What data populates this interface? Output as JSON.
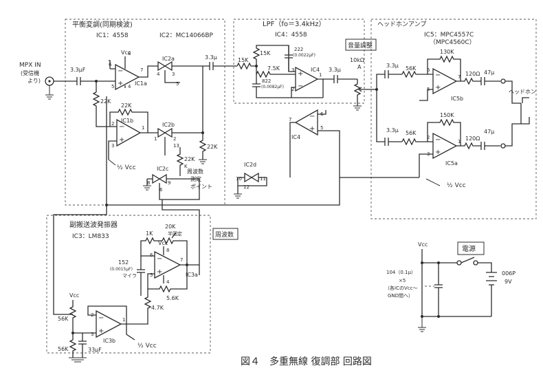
{
  "figure_caption": "図４　多重無線 復調部 回路図",
  "input": {
    "label": "MPX IN",
    "sub1": "(受信機",
    "sub2": "より)"
  },
  "blocks": {
    "balanced_demod": {
      "title": "平衡変調(同期検波)",
      "ic1": "IC1：4558",
      "ic2": "IC2：MC14066BP"
    },
    "lpf": {
      "title": "LPF（fo＝3.4kHz）",
      "ic4": "IC4：4558"
    },
    "headphone_amp": {
      "title": "ヘッドホンアンプ",
      "ic5": "IC5：MPC4557C",
      "ic5_alt": "（MPC4560C）"
    },
    "subcarrier_osc": {
      "title": "副搬送波発振器",
      "ic3": "IC3：LM833"
    },
    "power": {
      "title": "電源"
    }
  },
  "tags": {
    "volume": "音量調整",
    "frequency": "周波数"
  },
  "parts": {
    "c_in": "3.3μF",
    "r_22k_a": "22K",
    "r_22k_b": "22K",
    "r_22k_c": "22K",
    "r_22k_d": "22K",
    "c_ic2_out": "3.3μ",
    "r_15k_a": "15K",
    "r_15k_b": "15K",
    "r_7_5k": "7.5K",
    "c_222": "222",
    "c_222_v": "(0.0022μF)",
    "c_822": "822",
    "c_822_v": "(0.0082μF)",
    "c_lpf_out": "3.3μ",
    "vol": "10kΩ",
    "vol_type": "A",
    "c_hp_b": "3.3μ",
    "r_56k_b": "56K",
    "r_130k": "130K",
    "r_120_b": "120Ω",
    "c_47_b": "47μ",
    "c_hp_a": "3.3μ",
    "r_56k_a": "56K",
    "r_150k": "150K",
    "r_120_a": "120Ω",
    "c_47_a": "47μ",
    "phone": "ヘッドホン",
    "meas1": "周波数",
    "meas2": "測定",
    "meas3": "ポイント",
    "r_1k": "1K",
    "vr_20k": "20K",
    "vr_20k_t": "半固定",
    "c_152": "152",
    "c_152_v": "(0.0015μF)",
    "c_152_t": "マイラ",
    "r_5_6k": "5.6K",
    "r_4_7k": "4.7K",
    "r_56k_c": "56K",
    "r_56k_d": "56K",
    "c_33": "33μF",
    "c_104": "104（0.1μ）",
    "c_104_n": "×5",
    "c_104_n2": "（各ICのVcc～",
    "c_104_n3": "GND間へ）",
    "batt": "006P",
    "batt_v": "9V"
  },
  "ics": {
    "ic1a": "IC1a",
    "ic1b": "IC1b",
    "ic2a": "IC2a",
    "ic2b": "IC2b",
    "ic2c": "IC2c",
    "ic2d": "IC2d",
    "ic4": "IC4",
    "ic4b": "IC4",
    "ic5b": "IC5b",
    "ic5a": "IC5a",
    "ic3a": "IC3a",
    "ic3b": "IC3b"
  },
  "labels": {
    "vcc": "Vcc",
    "half_vcc": "½ Vcc"
  },
  "pins": {
    "p1_6": "6",
    "p1_7": "7",
    "p1_5": "5",
    "p1_4": "4",
    "p1_8": "8",
    "p1_3": "3",
    "p1_2": "2",
    "p1_1": "1",
    "p2_4": "4",
    "p2_5": "5",
    "p2_3": "3",
    "p2_1": "1",
    "p2_2": "2",
    "p2_13": "13",
    "p2_6": "6",
    "p2_8": "8",
    "p2_9": "9",
    "p2_10": "10",
    "p2_11": "11",
    "p2_12": "12",
    "p4_2": "2",
    "p4_3": "3",
    "p4_1": "1",
    "p4_6": "6",
    "p4_5": "5",
    "p4_7": "7",
    "p5_6": "6",
    "p5_5": "5",
    "p5_7": "7",
    "p5_2": "2",
    "p5_3": "3",
    "p5_1": "1",
    "p3_6": "6",
    "p3_5": "5",
    "p3_8": "8",
    "p3_4": "4",
    "p3_7": "7",
    "p3_2": "2",
    "p3_3": "3",
    "p3_1": "1"
  }
}
